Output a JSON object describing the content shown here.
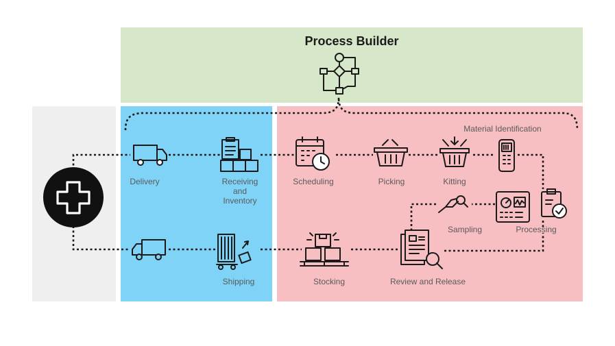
{
  "header": {
    "title": "Process Builder"
  },
  "annotation": {
    "material_identification": "Material Identification"
  },
  "steps": {
    "delivery": "Delivery",
    "receiving_line1": "Receiving",
    "receiving_line2": "and",
    "receiving_line3": "Inventory",
    "scheduling": "Scheduling",
    "picking": "Picking",
    "kitting": "Kitting",
    "sampling": "Sampling",
    "processing": "Processing",
    "review_release": "Review and Release",
    "stocking": "Stocking",
    "shipping": "Shipping"
  },
  "colors": {
    "builder_bg": "#d6e8c9",
    "blue_zone": "#7fd3f7",
    "pink_zone": "#f8bfc3",
    "gray_zone": "#efefef",
    "icon": "#1a1a1a"
  },
  "icons": [
    "flowchart-icon",
    "plus-icon",
    "delivery-truck-icon",
    "receiving-clipboard-boxes-icon",
    "calendar-clock-icon",
    "basket-icon",
    "kitting-basket-icon",
    "scanner-icon",
    "sampling-hand-icon",
    "processing-machine-icon",
    "clipboard-check-icon",
    "review-document-magnifier-icon",
    "stocking-pallet-icon",
    "shipping-hand-truck-icon",
    "shipping-truck-icon"
  ]
}
